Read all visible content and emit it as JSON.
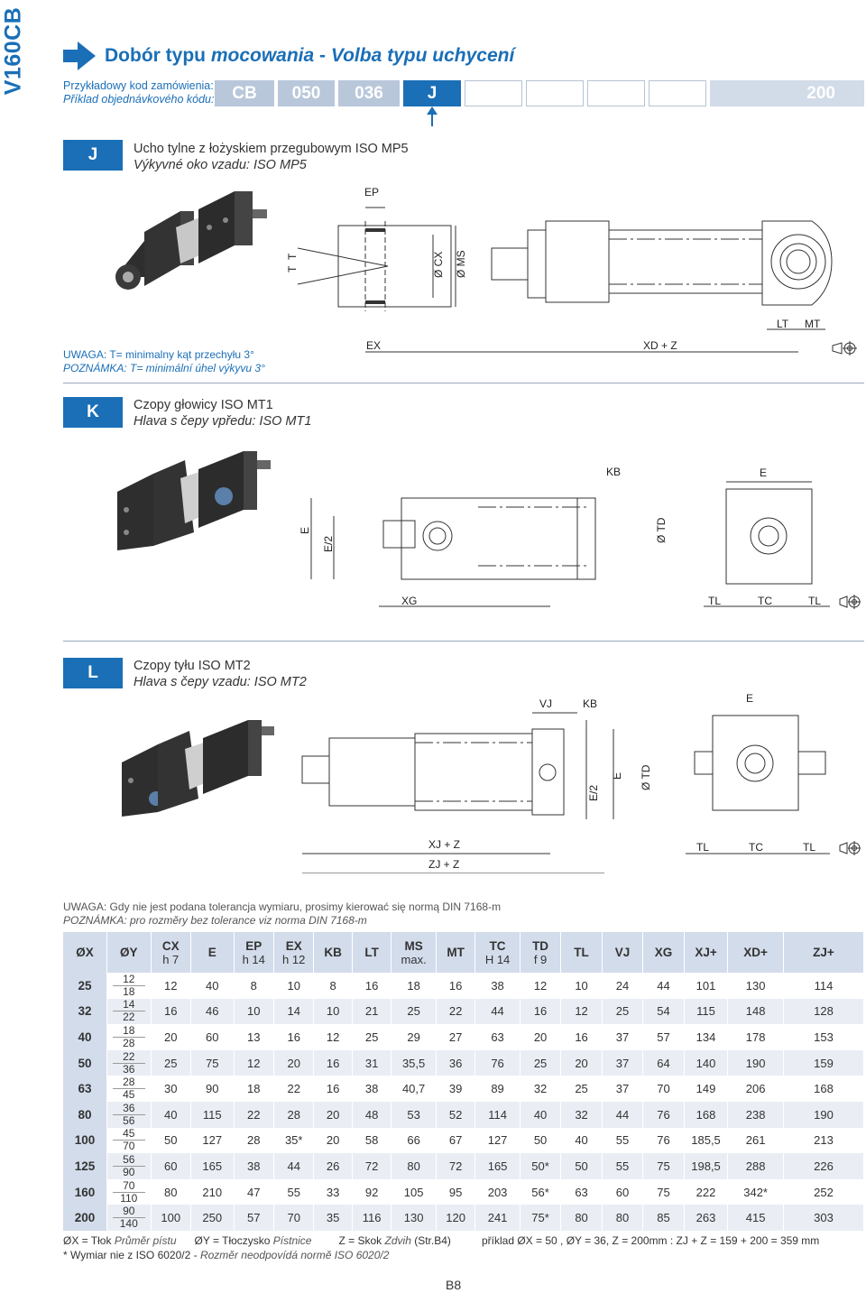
{
  "side_tag": "V160CB",
  "title": {
    "pl": "Dobór typu ",
    "pl_it": "mocowania",
    "sep": " - ",
    "cz": "Volba typu uchycení"
  },
  "order": {
    "label_pl": "Przykładowy kod zamówienia:",
    "label_cz": "Příklad objednávkového kódu:",
    "boxes": [
      "CB",
      "050",
      "036",
      "J",
      "",
      "",
      "",
      "",
      "200"
    ]
  },
  "sections": {
    "J": {
      "code": "J",
      "pl": "Ucho tylne z łożyskiem przegubowym ISO MP5",
      "cz": "Výkyvné oko vzadu: ISO MP5",
      "dim_labels": [
        "EP",
        "T",
        "T",
        "Ø CX",
        "Ø MS",
        "LT",
        "MT",
        "EX",
        "XD + Z"
      ]
    },
    "K": {
      "code": "K",
      "pl": "Czopy głowicy ISO MT1",
      "cz": "Hlava s čepy vpředu: ISO MT1",
      "dim_labels": [
        "KB",
        "E",
        "E",
        "E/2",
        "Ø TD",
        "XG",
        "TL",
        "TC",
        "TL"
      ]
    },
    "L": {
      "code": "L",
      "pl": "Czopy tyłu ISO MT2",
      "cz": "Hlava s čepy vzadu: ISO MT2",
      "dim_labels": [
        "VJ",
        "KB",
        "E",
        "E/2",
        "E",
        "Ø TD",
        "XJ + Z",
        "ZJ + Z",
        "TL",
        "TC",
        "TL"
      ]
    }
  },
  "note1": {
    "pl": "UWAGA: T= minimalny kąt przechyłu 3°",
    "cz": "POZNÁMKA: T= minimální úhel výkyvu 3°"
  },
  "note2": {
    "pl": "UWAGA: Gdy nie jest podana tolerancja wymiaru, prosimy kierować się normą DIN 7168-m",
    "cz": "POZNÁMKA: pro rozměry bez tolerance viz norma DIN 7168-m"
  },
  "table": {
    "headers": [
      {
        "h": "ØX",
        "s": ""
      },
      {
        "h": "ØY",
        "s": ""
      },
      {
        "h": "CX",
        "s": "h 7"
      },
      {
        "h": "E",
        "s": ""
      },
      {
        "h": "EP",
        "s": "h 14"
      },
      {
        "h": "EX",
        "s": "h 12"
      },
      {
        "h": "KB",
        "s": ""
      },
      {
        "h": "LT",
        "s": ""
      },
      {
        "h": "MS",
        "s": "max."
      },
      {
        "h": "MT",
        "s": ""
      },
      {
        "h": "TC",
        "s": "H 14"
      },
      {
        "h": "TD",
        "s": "f 9"
      },
      {
        "h": "TL",
        "s": ""
      },
      {
        "h": "VJ",
        "s": ""
      },
      {
        "h": "XG",
        "s": ""
      },
      {
        "h": "XJ+",
        "s": ""
      },
      {
        "h": "XD+",
        "s": ""
      },
      {
        "h": "ZJ+",
        "s": ""
      }
    ],
    "rows": [
      {
        "x": "25",
        "y": [
          "12",
          "18"
        ],
        "v": [
          "12",
          "40",
          "8",
          "10",
          "8",
          "16",
          "18",
          "16",
          "38",
          "12",
          "10",
          "24",
          "44",
          "101",
          "130",
          "114"
        ]
      },
      {
        "x": "32",
        "y": [
          "14",
          "22"
        ],
        "v": [
          "16",
          "46",
          "10",
          "14",
          "10",
          "21",
          "25",
          "22",
          "44",
          "16",
          "12",
          "25",
          "54",
          "115",
          "148",
          "128"
        ]
      },
      {
        "x": "40",
        "y": [
          "18",
          "28"
        ],
        "v": [
          "20",
          "60",
          "13",
          "16",
          "12",
          "25",
          "29",
          "27",
          "63",
          "20",
          "16",
          "37",
          "57",
          "134",
          "178",
          "153"
        ]
      },
      {
        "x": "50",
        "y": [
          "22",
          "36"
        ],
        "v": [
          "25",
          "75",
          "12",
          "20",
          "16",
          "31",
          "35,5",
          "36",
          "76",
          "25",
          "20",
          "37",
          "64",
          "140",
          "190",
          "159"
        ]
      },
      {
        "x": "63",
        "y": [
          "28",
          "45"
        ],
        "v": [
          "30",
          "90",
          "18",
          "22",
          "16",
          "38",
          "40,7",
          "39",
          "89",
          "32",
          "25",
          "37",
          "70",
          "149",
          "206",
          "168"
        ]
      },
      {
        "x": "80",
        "y": [
          "36",
          "56"
        ],
        "v": [
          "40",
          "115",
          "22",
          "28",
          "20",
          "48",
          "53",
          "52",
          "114",
          "40",
          "32",
          "44",
          "76",
          "168",
          "238",
          "190"
        ]
      },
      {
        "x": "100",
        "y": [
          "45",
          "70"
        ],
        "v": [
          "50",
          "127",
          "28",
          "35*",
          "20",
          "58",
          "66",
          "67",
          "127",
          "50",
          "40",
          "55",
          "76",
          "185,5",
          "261",
          "213"
        ]
      },
      {
        "x": "125",
        "y": [
          "56",
          "90"
        ],
        "v": [
          "60",
          "165",
          "38",
          "44",
          "26",
          "72",
          "80",
          "72",
          "165",
          "50*",
          "50",
          "55",
          "75",
          "198,5",
          "288",
          "226"
        ]
      },
      {
        "x": "160",
        "y": [
          "70",
          "110"
        ],
        "v": [
          "80",
          "210",
          "47",
          "55",
          "33",
          "92",
          "105",
          "95",
          "203",
          "56*",
          "63",
          "60",
          "75",
          "222",
          "342*",
          "252"
        ]
      },
      {
        "x": "200",
        "y": [
          "90",
          "140"
        ],
        "v": [
          "100",
          "250",
          "57",
          "70",
          "35",
          "116",
          "130",
          "120",
          "241",
          "75*",
          "80",
          "80",
          "85",
          "263",
          "415",
          "303"
        ]
      }
    ]
  },
  "legend": {
    "x_pl": "ØX = Tłok ",
    "x_cz": "Průměr pístu",
    "y_pl": "ØY = Tłoczysko ",
    "y_cz": "Pístnice",
    "z_pl": "Z = Skok ",
    "z_cz": "Zdvih",
    "z_ref": " (Str.B4)",
    "example": "příklad  ØX = 50 ,   ØY = 36,   Z = 200mm  :  ZJ + Z = 159 + 200 = 359 mm",
    "star_pl": "* Wymiar nie z ISO 6020/2 - ",
    "star_cz": "Rozměr neodpovídá normě ISO 6020/2"
  },
  "page_number": "B8",
  "colors": {
    "accent": "#1a6fb7",
    "light": "#b9c7da",
    "header_bg": "#d3dceb",
    "row_alt": "#eaeef4"
  },
  "icons": [
    "arrow-right-icon",
    "arrow-up-icon",
    "projection-symbol-icon"
  ]
}
